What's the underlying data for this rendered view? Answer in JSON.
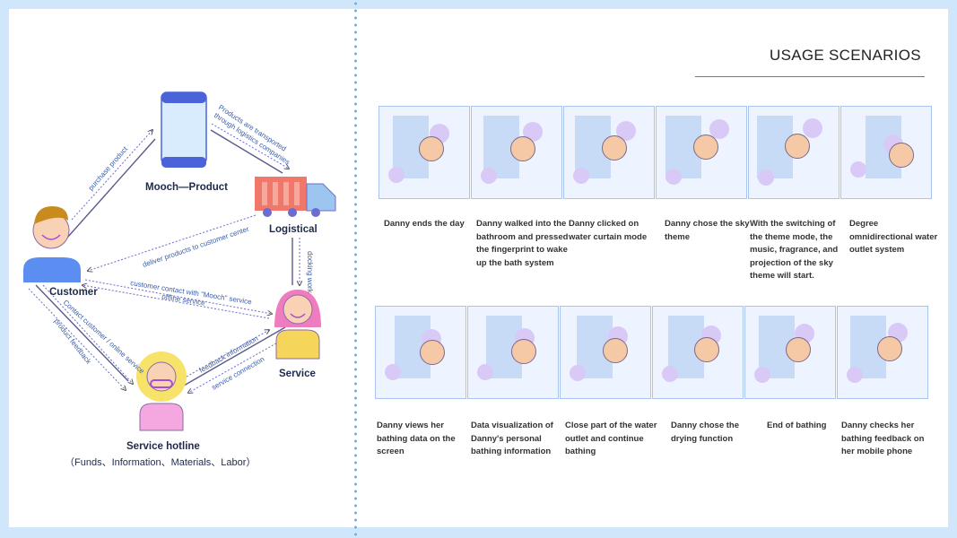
{
  "title": "USAGE SCENARIOS",
  "diagram": {
    "nodes": {
      "product": "Mooch—Product",
      "logistical": "Logistical",
      "customer": "Customer",
      "service": "Service",
      "hotline": "Service hotline",
      "hotline_sub": "（Funds、Information、Materials、Labor）"
    },
    "edges": {
      "purchase": "purchase  product",
      "transport1": "Products are transported",
      "transport2": "through logistics companies",
      "deliver": "deliver products to customer center",
      "docking": "docking work",
      "contact": "customer contact with \"Mooch\" service",
      "offline": "offline service",
      "online": "Contact customer / online service",
      "feedback_product": "product feedback",
      "feedback_info": "feedback information",
      "connection": "service connection"
    }
  },
  "scenarios_row1": [
    "Danny ends the day",
    "Danny walked into the bathroom and pressed the fingerprint to wake up the bath system",
    "Danny clicked on water curtain mode",
    "Danny chose the sky theme",
    "With the switching of the theme mode, the music, fragrance, and projection of the sky theme will start.",
    "Degree omnidirectional water outlet system"
  ],
  "scenarios_row2": [
    "Danny views her bathing data on the screen",
    "Data visualization of Danny's personal bathing information",
    "Close part of the water outlet and continue bathing",
    "Danny chose the drying function",
    "End of bathing",
    "Danny checks her bathing feedback on her mobile phone"
  ]
}
